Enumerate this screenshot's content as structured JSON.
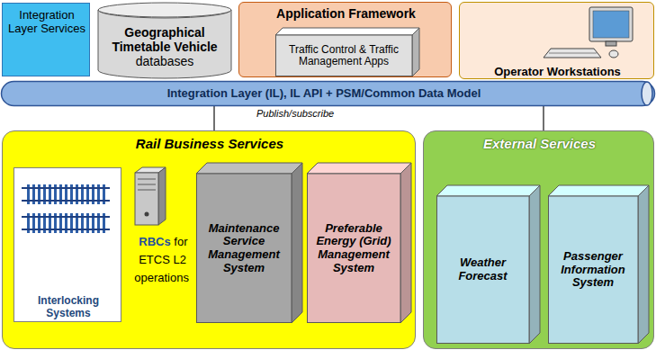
{
  "diagram": {
    "nodes": [
      {
        "text": [
          "Integration Layer Services"
        ]
      },
      {
        "text": [
          "Geographical Timetable Vehicle",
          "databases"
        ]
      },
      {
        "text": [
          "Application Framework"
        ]
      },
      {
        "text": [
          "Traffic Control & Traffic Management Apps"
        ],
        "in": 2
      },
      {
        "text": [
          "Operator Workstations"
        ]
      },
      {
        "text": [
          "Integration Layer (IL), IL API + PSM/Common Data Model"
        ]
      },
      {
        "text": [
          "Rail Business Services"
        ]
      },
      {
        "text": [
          "Interlocking Systems"
        ],
        "in": 6
      },
      {
        "text": [
          "RBCs",
          "for ETCS L2 operations"
        ],
        "in": 6
      },
      {
        "text": [
          "Maintenance Service Management System"
        ],
        "in": 6
      },
      {
        "text": [
          "Preferable Energy (Grid) Management System"
        ],
        "in": 6
      },
      {
        "text": [
          "External Services"
        ]
      },
      {
        "text": [
          "Weather Forecast"
        ],
        "in": 11
      },
      {
        "text": [
          "Passenger Information System"
        ],
        "in": 11
      }
    ],
    "edges": [
      {
        "from": 5,
        "to": 6,
        "arrow": "none"
      },
      {
        "from": 5,
        "to": 11,
        "arrow": "none"
      }
    ],
    "labels": [
      "Publish/subscribe"
    ]
  }
}
